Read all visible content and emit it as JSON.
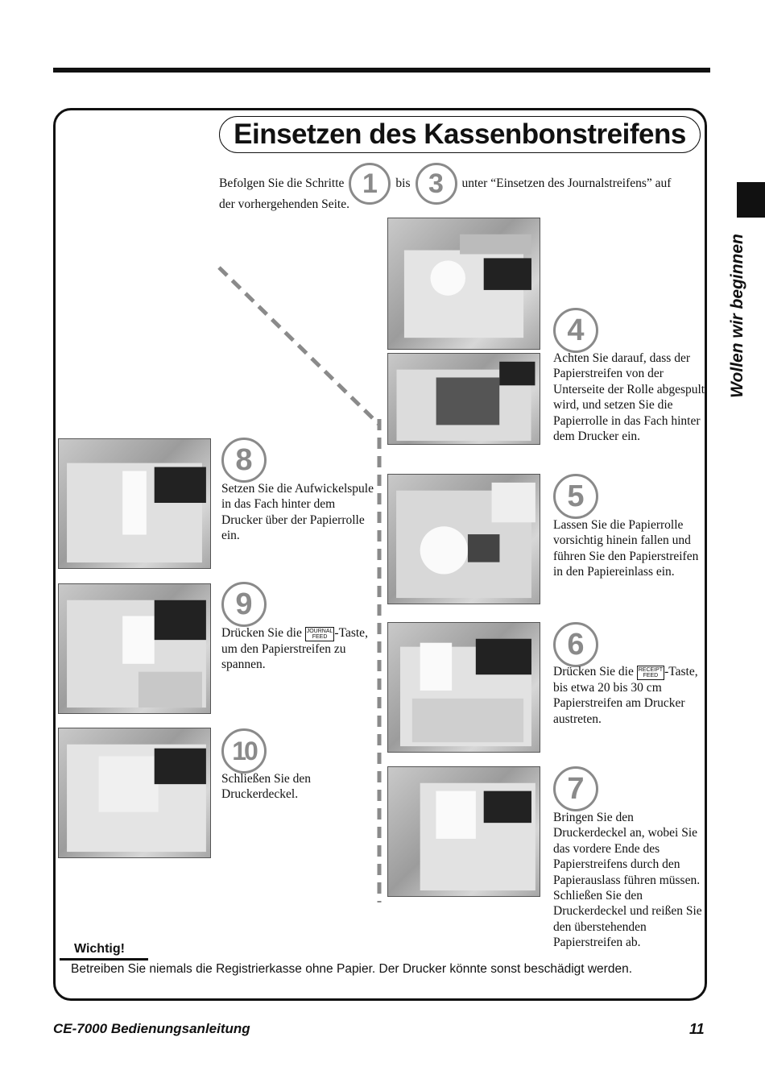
{
  "page": {
    "title": "Einsetzen des Kassenbonstreifens",
    "side_tab_label": "Wollen wir beginnen",
    "intro": {
      "part1": "Befolgen Sie die Schritte",
      "num_from": "1",
      "part2": "bis",
      "num_to": "3",
      "part3": "unter “Einsetzen des Journalstreifens” auf",
      "line2": "der vorhergehenden Seite."
    },
    "steps": [
      {
        "number": "4",
        "text": "Achten Sie darauf, dass der Papierstreifen von der Unterseite der Rolle abgespult wird, und setzen Sie die Papierrolle in das Fach hinter dem Drucker ein."
      },
      {
        "number": "5",
        "text": "Lassen Sie die Papierrolle vorsichtig hinein fallen und führen Sie den Papierstreifen in den Papiereinlass ein."
      },
      {
        "number": "6",
        "text_before": "Drücken Sie die",
        "key_top": "RECEIPT",
        "key_bottom": "FEED",
        "text_after": "-Taste, bis etwa 20 bis 30 cm Papierstreifen am Drucker austreten."
      },
      {
        "number": "7",
        "text": "Bringen Sie den Druckerdeckel an, wobei Sie das vordere Ende des Papierstreifens durch den Papierauslass führen müssen. Schließen Sie den Druckerdeckel und reißen Sie den überstehenden Papierstreifen ab."
      },
      {
        "number": "8",
        "text": "Setzen Sie die Aufwickelspule in das Fach hinter dem Drucker über der Papierrolle ein."
      },
      {
        "number": "9",
        "text_before": "Drücken Sie die",
        "key_top": "JOURNAL",
        "key_bottom": "FEED",
        "text_after": "-Taste, um den Papierstreifen zu spannen."
      },
      {
        "number": "10",
        "text": "Schließen Sie den Druckerdeckel."
      }
    ],
    "notice": {
      "label": "Wichtig!",
      "text": "Betreiben Sie niemals die Registrierkasse ohne Papier. Der Drucker könnte sonst beschädigt werden."
    },
    "footer": {
      "manual_title": "CE-7000 Bedienungsanleitung",
      "page_number": "11"
    }
  }
}
